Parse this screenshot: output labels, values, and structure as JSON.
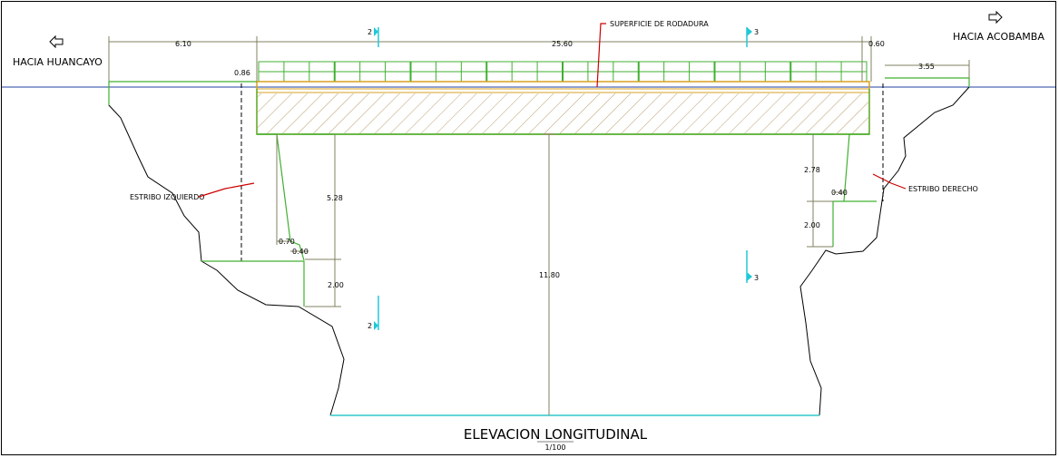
{
  "colors": {
    "ground": "#000000",
    "structure": "#40b030",
    "deck": "#d8a020",
    "dimension": "#808060",
    "waterline": "#2040a0",
    "section_marker": "#20c8d8",
    "leader": "#cc0000",
    "river_bed": "#30c8c8"
  },
  "labels": {
    "left_direction": "HACIA  HUANCAYO",
    "right_direction": "HACIA  ACOBAMBA",
    "surface": "SUPERFICIE  DE  RODADURA",
    "left_abutment": "ESTRIBO  IZQUIERDO",
    "right_abutment": "ESTRIBO  DERECHO",
    "title": "ELEVACION  LONGITUDINAL",
    "scale": "1/100"
  },
  "icons": {
    "left_arrow": "arrow-left-icon",
    "right_arrow": "arrow-right-icon"
  },
  "section_markers": {
    "left": "2",
    "right": "3"
  },
  "dimensions": {
    "left_approach": "6.10",
    "span": "25.60",
    "right_gap": "0.60",
    "railing_height": "0.86",
    "right_approach": "3.55",
    "left_abutment_height": "5.28",
    "left_footing_height": "2.00",
    "left_toe_a": "0.70",
    "left_toe_b": "0.40",
    "total_height": "11.80",
    "right_abutment_height": "2.78",
    "right_toe": "0.40",
    "right_footing_height": "2.00"
  }
}
